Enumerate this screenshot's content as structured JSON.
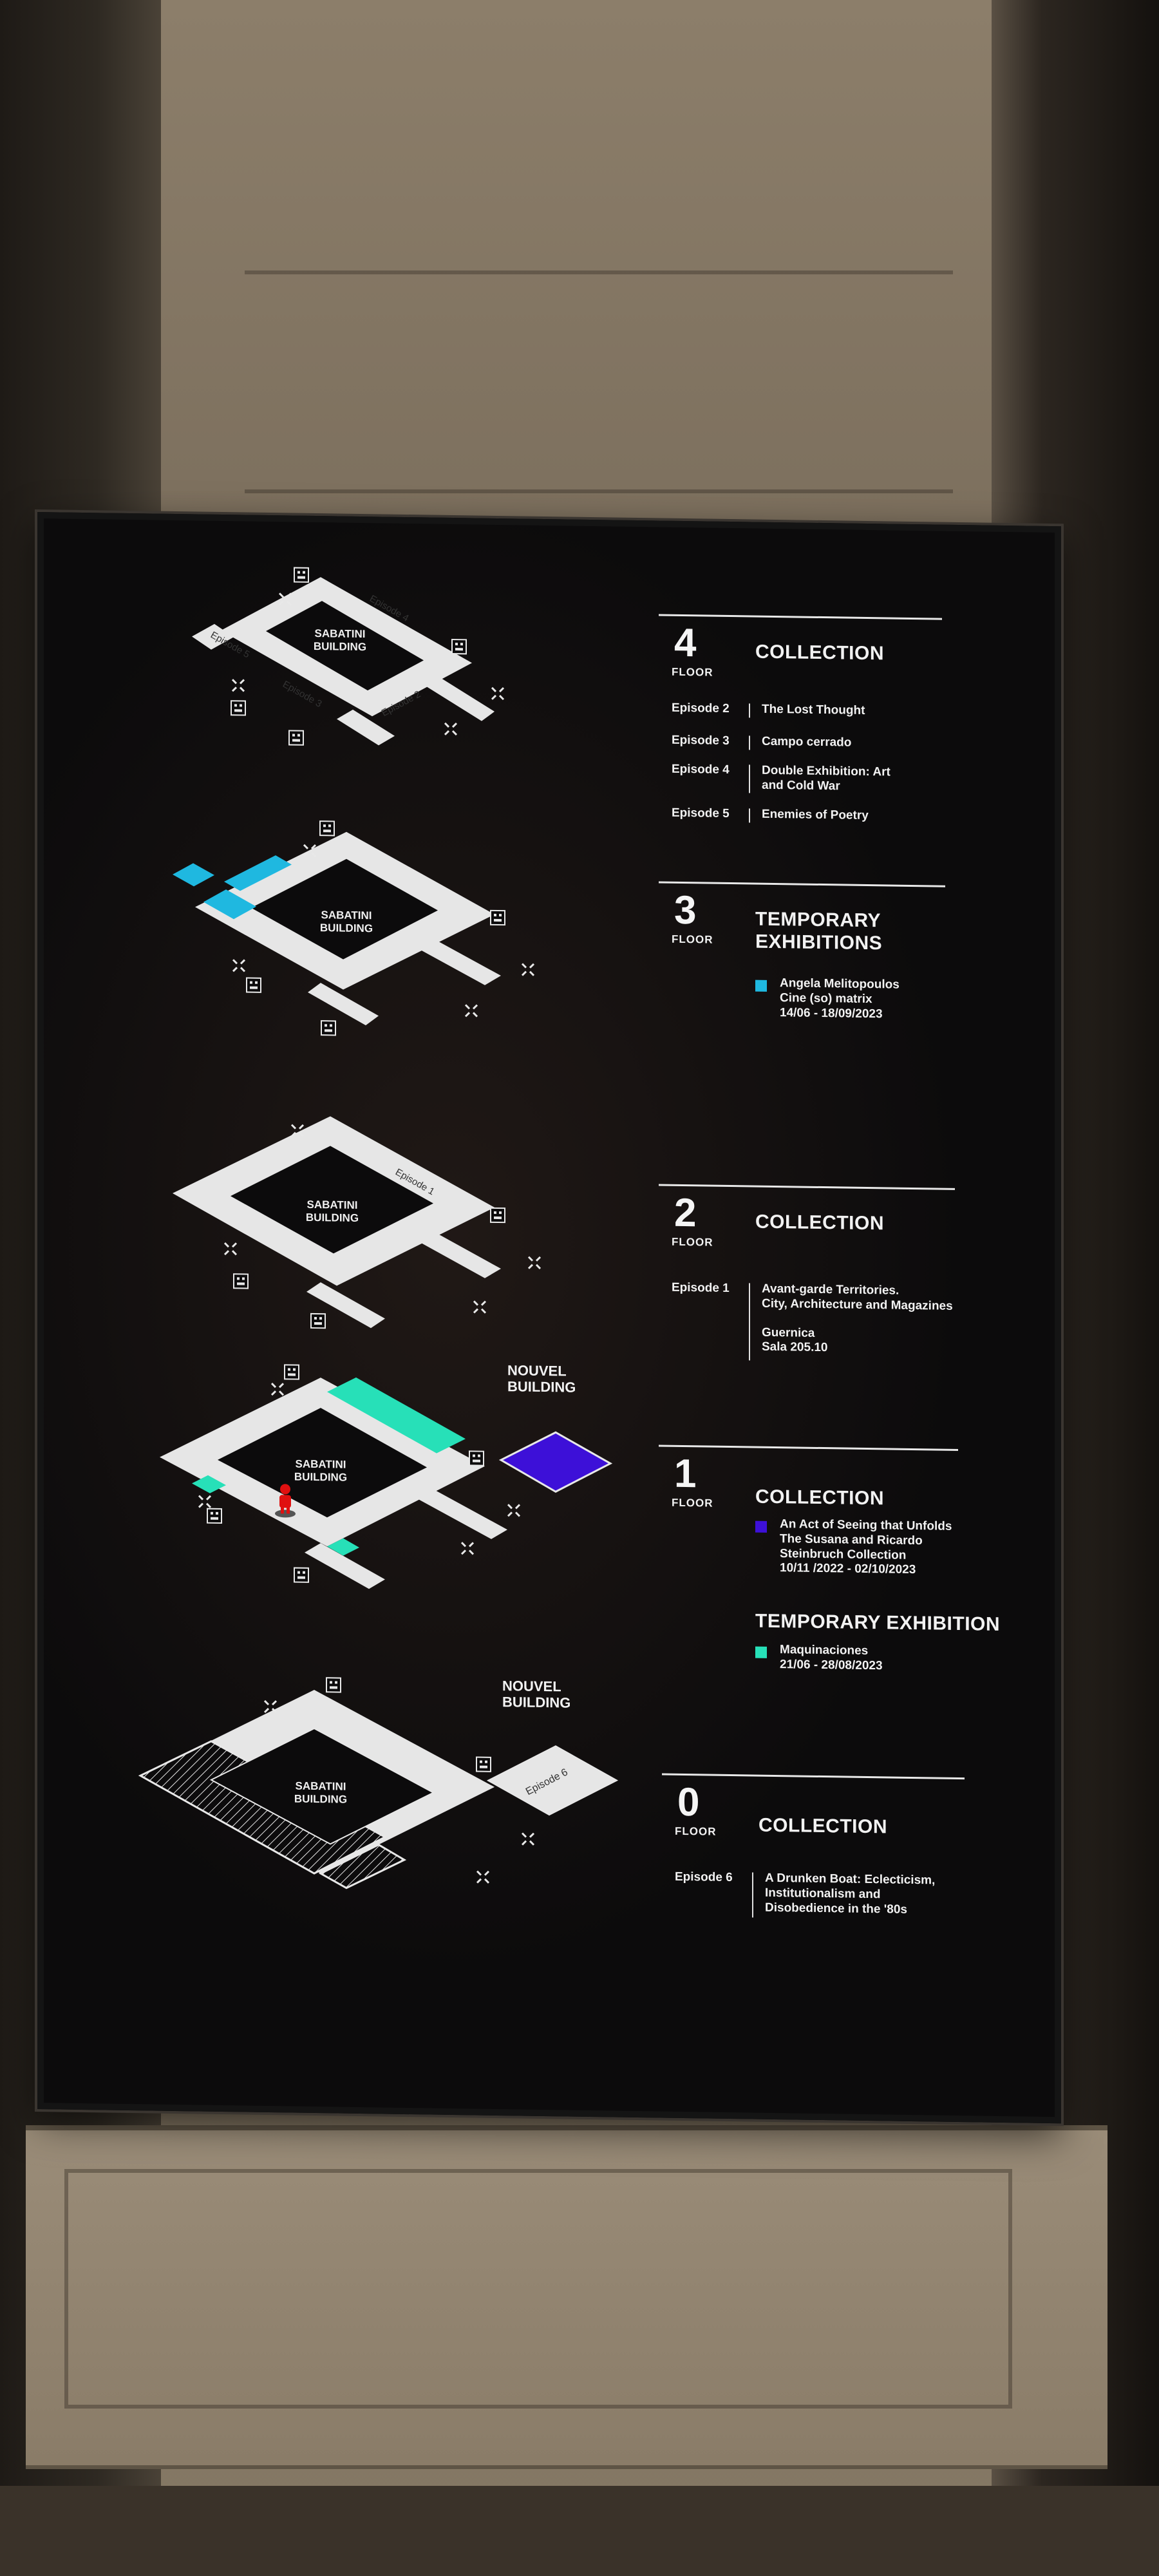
{
  "colors": {
    "cyan": "#1fb8e0",
    "teal": "#27e0b8",
    "purple": "#3d10d8",
    "visitor": "#e01010"
  },
  "plans": {
    "floor4": {
      "building": [
        "SABATINI",
        "BUILDING"
      ],
      "episodes": [
        "Episode 4",
        "Episode 5",
        "Episode 3",
        "Episode 2"
      ]
    },
    "floor3": {
      "building": [
        "SABATINI",
        "BUILDING"
      ]
    },
    "floor2": {
      "building": [
        "SABATINI",
        "BUILDING"
      ],
      "episodes": [
        "Episode 1"
      ]
    },
    "floor1": {
      "building": [
        "SABATINI",
        "BUILDING"
      ],
      "nouvel": [
        "NOUVEL",
        "BUILDING"
      ]
    },
    "floor0": {
      "building": [
        "SABATINI",
        "BUILDING"
      ],
      "nouvel": [
        "NOUVEL",
        "BUILDING"
      ],
      "episodes": [
        "Episode 6"
      ]
    }
  },
  "legend": {
    "floor4": {
      "number": "4",
      "floor_word": "FLOOR",
      "heading": "COLLECTION",
      "rows": [
        {
          "episode": "Episode 2",
          "text": "The Lost Thought"
        },
        {
          "episode": "Episode 3",
          "text": "Campo cerrado"
        },
        {
          "episode": "Episode 4",
          "text": "Double Exhibition: Art and Cold War"
        },
        {
          "episode": "Episode 5",
          "text": "Enemies of Poetry"
        }
      ]
    },
    "floor3": {
      "number": "3",
      "floor_word": "FLOOR",
      "heading": "TEMPORARY EXHIBITIONS",
      "items": [
        {
          "lines": [
            "Angela Melitopoulos",
            "Cine (so) matrix",
            "14/06 - 18/09/2023"
          ]
        }
      ]
    },
    "floor2": {
      "number": "2",
      "floor_word": "FLOOR",
      "heading": "COLLECTION",
      "rows": [
        {
          "episode": "Episode 1",
          "lines": [
            "Avant-garde Territories.",
            "City, Architecture and Magazines",
            "",
            "Guernica",
            "Sala 205.10"
          ]
        }
      ]
    },
    "floor1": {
      "number": "1",
      "floor_word": "FLOOR",
      "heading": "COLLECTION",
      "items": [
        {
          "lines": [
            "An Act of Seeing that Unfolds",
            "The Susana and Ricardo",
            "Steinbruch Collection",
            "10/11 /2022 - 02/10/2023"
          ]
        }
      ],
      "heading2": "TEMPORARY EXHIBITION",
      "items2": [
        {
          "lines": [
            "Maquinaciones",
            "21/06 - 28/08/2023"
          ]
        }
      ]
    },
    "floor0": {
      "number": "0",
      "floor_word": "FLOOR",
      "heading": "COLLECTION",
      "rows": [
        {
          "episode": "Episode 6",
          "lines": [
            "A Drunken Boat: Eclecticism,",
            "Institutionalism and",
            "Disobedience in the '80s"
          ]
        }
      ]
    }
  }
}
